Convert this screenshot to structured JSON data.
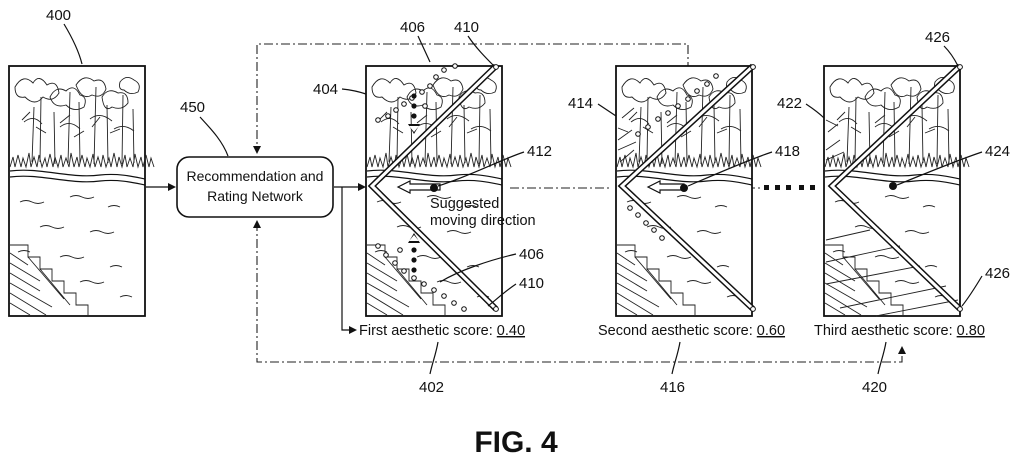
{
  "figure_label": "FIG. 4",
  "network": {
    "ref": "450",
    "line1": "Recommendation and",
    "line2": "Rating Network"
  },
  "input_image": {
    "ref": "400"
  },
  "frame1": {
    "refs": {
      "dots_top": "406",
      "line_top": "410",
      "corner": "404",
      "point": "412",
      "dots_bottom": "406",
      "line_bottom": "410",
      "score_ref": "402"
    },
    "direction_line1": "Suggested",
    "direction_line2": "moving direction",
    "score_label": "First aesthetic score: ",
    "score_value": "0.40"
  },
  "frame2": {
    "refs": {
      "corner": "414",
      "point": "418",
      "score_ref": "416"
    },
    "score_label": "Second aesthetic score: ",
    "score_value": "0.60"
  },
  "frame3": {
    "refs": {
      "line_top": "426",
      "corner": "422",
      "point": "424",
      "line_bottom": "426",
      "score_ref": "420"
    },
    "score_label": "Third aesthetic score: ",
    "score_value": "0.80"
  }
}
